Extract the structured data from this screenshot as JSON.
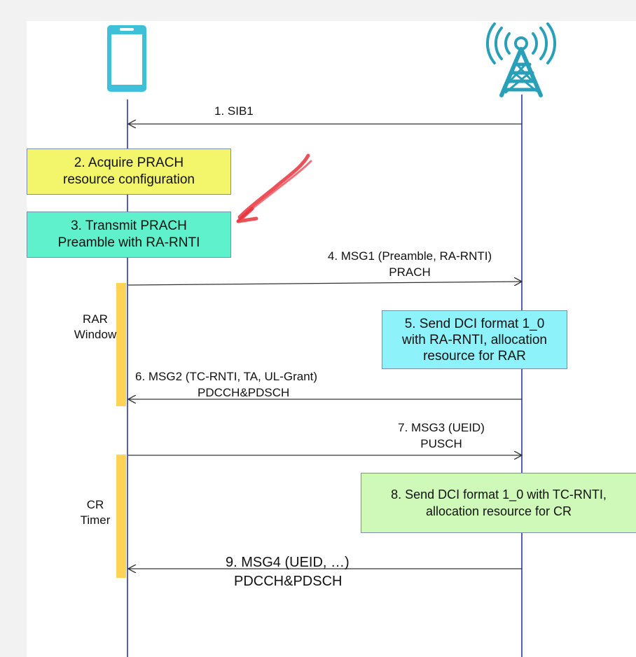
{
  "colors": {
    "lifeline": "#2b35a8",
    "arrow": "#333333",
    "phone": "#3ec0d8",
    "tower": "#2aa0b8",
    "timer_bar": "#ffd356",
    "red_annotation_arrow": "#e8323c",
    "box_acquire": "#f3f56a",
    "box_transmit": "#5ff0cc",
    "box_dci_rar": "#8ef2fb",
    "box_dci_cr": "#cff9b9"
  },
  "icons": {
    "ue": "mobile-phone-icon",
    "gnb": "cell-tower-icon"
  },
  "messages": {
    "sib1": "1. SIB1",
    "msg1_line1": "4. MSG1 (Preamble, RA-RNTI)",
    "msg1_line2": "PRACH",
    "msg2_line1": "6. MSG2 (TC-RNTI, TA, UL-Grant)",
    "msg2_line2": "PDCCH&PDSCH",
    "msg3_line1": "7. MSG3 (UEID)",
    "msg3_line2": "PUSCH",
    "msg4_line1": "9. MSG4 (UEID, …)",
    "msg4_line2": "PDCCH&PDSCH"
  },
  "boxes": {
    "acquire_line1": "2. Acquire PRACH",
    "acquire_line2": "resource configuration",
    "transmit_line1": "3. Transmit PRACH",
    "transmit_line2": "Preamble with RA-RNTI",
    "dci_rar_line1": "5. Send DCI format 1_0",
    "dci_rar_line2": "with RA-RNTI, allocation",
    "dci_rar_line3": "resource for RAR",
    "dci_cr_line1": "8. Send DCI format 1_0 with TC-RNTI,",
    "dci_cr_line2": "allocation resource for CR"
  },
  "timers": {
    "rar_line1": "RAR",
    "rar_line2": "Window",
    "cr_line1": "CR",
    "cr_line2": "Timer"
  }
}
